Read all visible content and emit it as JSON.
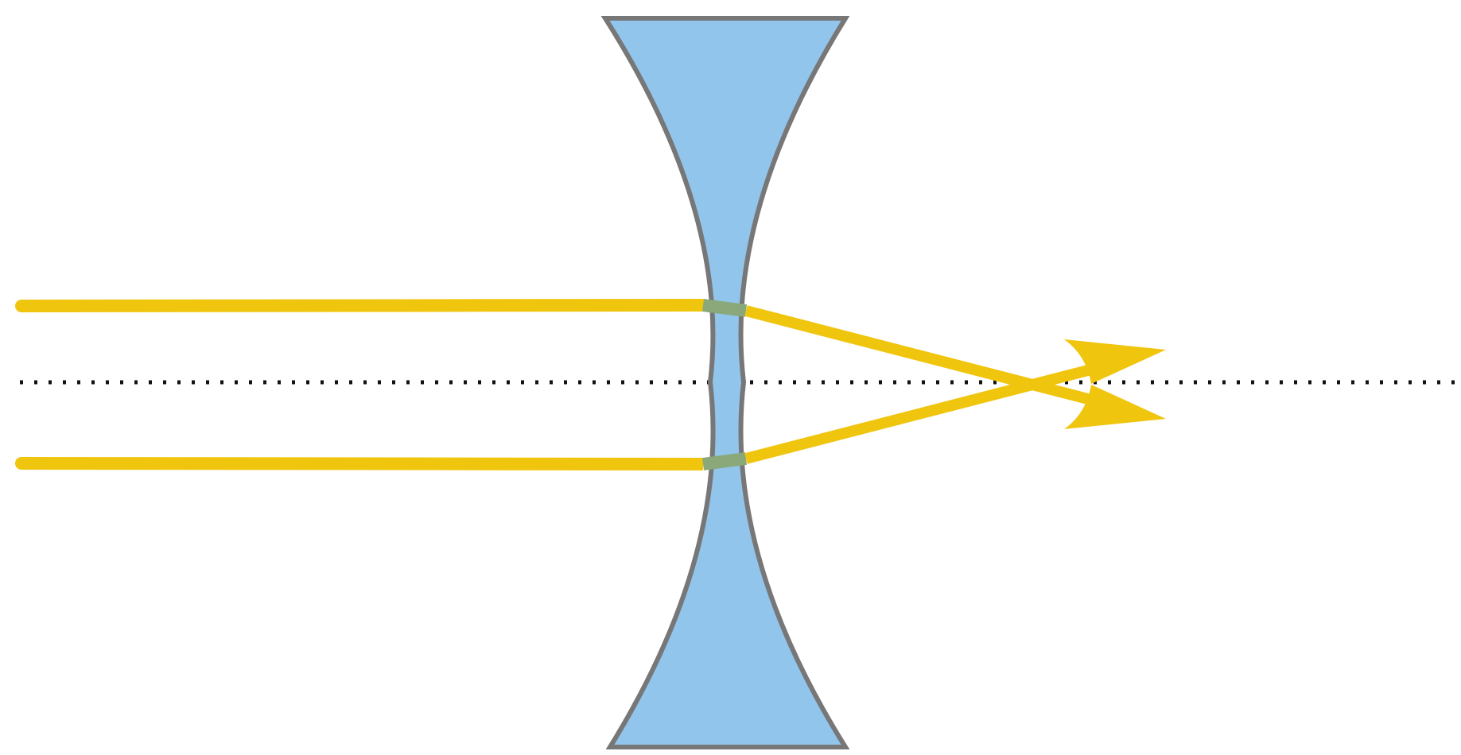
{
  "diagram": {
    "colors": {
      "background": "#ffffff",
      "lens_fill": "#92c5ec",
      "lens_stroke": "#777777",
      "ray": "#f0c50e",
      "ray_in_lens": "#8aa879",
      "axis": "#111111"
    },
    "lens": {
      "type": "concave"
    },
    "rays": [
      {
        "id": "upper"
      },
      {
        "id": "lower"
      }
    ]
  }
}
